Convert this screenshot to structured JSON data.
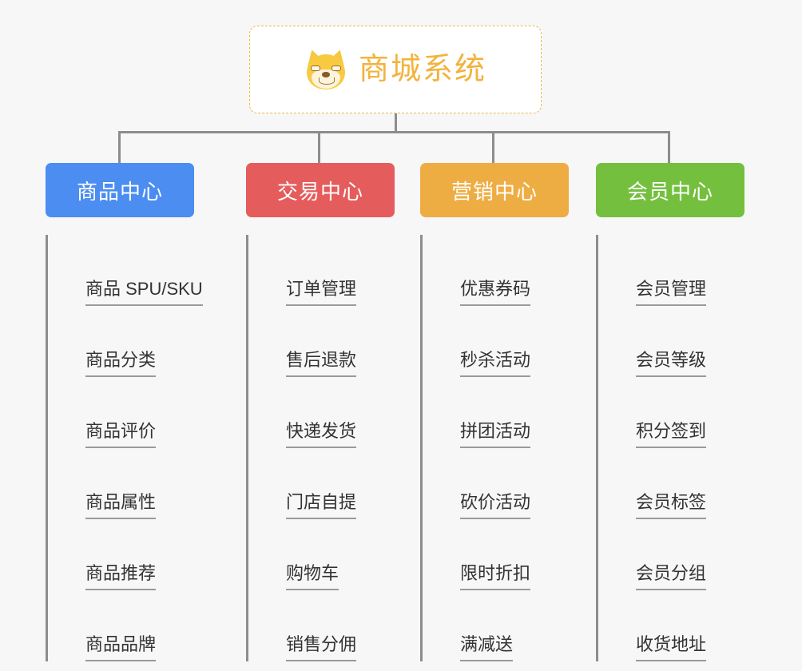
{
  "page": {
    "background_color": "#f7f7f7",
    "connector_color": "#8d8d8d"
  },
  "root": {
    "title": "商城系统",
    "icon": "dog-face-emoji",
    "text_color": "#f2b33d",
    "border_color": "#f0b849",
    "background_color": "#ffffff"
  },
  "categories": [
    {
      "label": "商品中心",
      "color": "#4b8df0",
      "items": [
        "商品 SPU/SKU",
        "商品分类",
        "商品评价",
        "商品属性",
        "商品推荐",
        "商品品牌"
      ]
    },
    {
      "label": "交易中心",
      "color": "#e55c5c",
      "items": [
        "订单管理",
        "售后退款",
        "快递发货",
        "门店自提",
        "购物车",
        "销售分佣"
      ]
    },
    {
      "label": "营销中心",
      "color": "#eead43",
      "items": [
        "优惠券码",
        "秒杀活动",
        "拼团活动",
        "砍价活动",
        "限时折扣",
        "满减送"
      ]
    },
    {
      "label": "会员中心",
      "color": "#74c03e",
      "items": [
        "会员管理",
        "会员等级",
        "积分签到",
        "会员标签",
        "会员分组",
        "收货地址"
      ]
    }
  ]
}
